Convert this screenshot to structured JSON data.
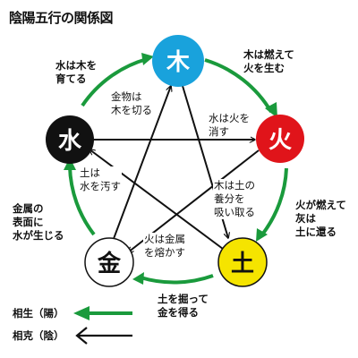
{
  "title": "陰陽五行の関係図",
  "elements": {
    "wood": {
      "label": "木",
      "color": "#19a2dc",
      "text_color": "#ffffff"
    },
    "fire": {
      "label": "火",
      "color": "#e0141a",
      "text_color": "#ffffff"
    },
    "earth": {
      "label": "土",
      "color": "#f5e400",
      "text_color": "#111111"
    },
    "metal": {
      "label": "金",
      "color": "#ffffff",
      "text_color": "#111111"
    },
    "water": {
      "label": "水",
      "color": "#111111",
      "text_color": "#ffffff"
    }
  },
  "generating_notes": {
    "wood_fire": [
      "木は燃えて",
      "火を生む"
    ],
    "fire_earth": [
      "火が燃えて",
      "灰は",
      "土に還る"
    ],
    "earth_metal": [
      "土を掘って",
      "金を得る"
    ],
    "metal_water": [
      "金属の",
      "表面に",
      "水が生じる"
    ],
    "water_wood": [
      "水は木を",
      "育てる"
    ]
  },
  "controlling_notes": {
    "metal_wood": [
      "金物は",
      "木を切る"
    ],
    "water_fire": [
      "水は火を",
      "消す"
    ],
    "wood_earth": [
      "木は土の",
      "養分を",
      "吸い取る"
    ],
    "fire_metal": [
      "火は金属",
      "を熔かす"
    ],
    "earth_water": [
      "土は",
      "水を汚す"
    ]
  },
  "legend": {
    "generating": {
      "label": "相生（陽）",
      "color": "#1a9a3c"
    },
    "controlling": {
      "label": "相克（陰）",
      "color": "#111111"
    }
  }
}
